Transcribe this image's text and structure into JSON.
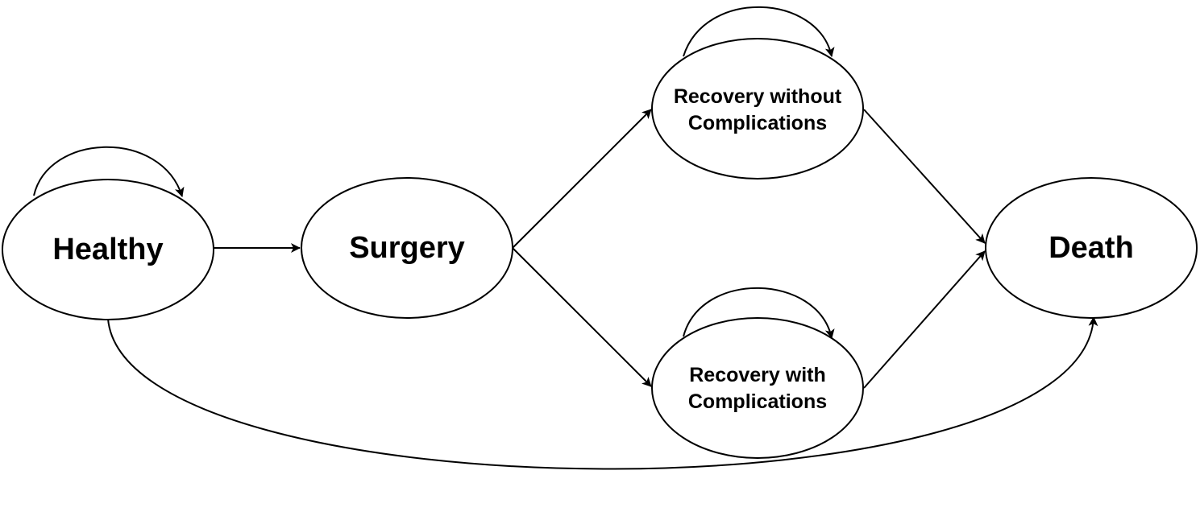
{
  "diagram": {
    "type": "state-transition",
    "nodes": {
      "healthy": {
        "label": "Healthy"
      },
      "surgery": {
        "label": "Surgery"
      },
      "recovery_without": {
        "line1": "Recovery without",
        "line2": "Complications"
      },
      "recovery_with": {
        "line1": "Recovery with",
        "line2": "Complications"
      },
      "death": {
        "label": "Death"
      }
    },
    "edges": [
      {
        "from": "Healthy",
        "to": "Healthy"
      },
      {
        "from": "Healthy",
        "to": "Surgery"
      },
      {
        "from": "Healthy",
        "to": "Death"
      },
      {
        "from": "Surgery",
        "to": "Recovery without Complications"
      },
      {
        "from": "Surgery",
        "to": "Recovery with Complications"
      },
      {
        "from": "Recovery without Complications",
        "to": "Recovery without Complications"
      },
      {
        "from": "Recovery with Complications",
        "to": "Recovery with Complications"
      },
      {
        "from": "Recovery without Complications",
        "to": "Death"
      },
      {
        "from": "Recovery with Complications",
        "to": "Death"
      }
    ],
    "colors": {
      "stroke": "#000000",
      "background": "#ffffff"
    }
  }
}
